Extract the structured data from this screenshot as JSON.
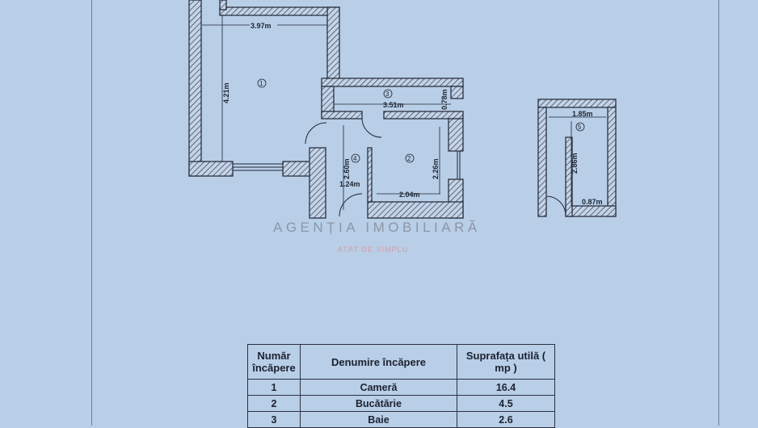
{
  "plan": {
    "dimensions": {
      "room1_width": "3.97m",
      "room1_height": "4.21m",
      "room3_width": "3.51m",
      "room3_height": "0.78m",
      "room2_width": "2.04m",
      "room2_height": "2.26m",
      "room4_height": "2.60m",
      "room4_width": "1.24m",
      "room5_width": "1.85m",
      "room5_height": "2.86m",
      "room5_inner_width": "0.87m"
    },
    "room_numbers": [
      "1",
      "2",
      "3",
      "4",
      "5"
    ]
  },
  "watermark": {
    "brand": "AGENȚIA IMOBILIARĂ",
    "tagline": "ATÂT DE SIMPLU"
  },
  "table": {
    "headers": [
      "Număr încăpere",
      "Denumire încăpere",
      "Suprafața utilă ( mp )"
    ],
    "rows": [
      [
        "1",
        "Cameră",
        "16.4"
      ],
      [
        "2",
        "Bucătărie",
        "4.5"
      ],
      [
        "3",
        "Baie",
        "2.6"
      ]
    ]
  },
  "colors": {
    "paper": "#b9cee7",
    "ink": "#1e2633"
  }
}
